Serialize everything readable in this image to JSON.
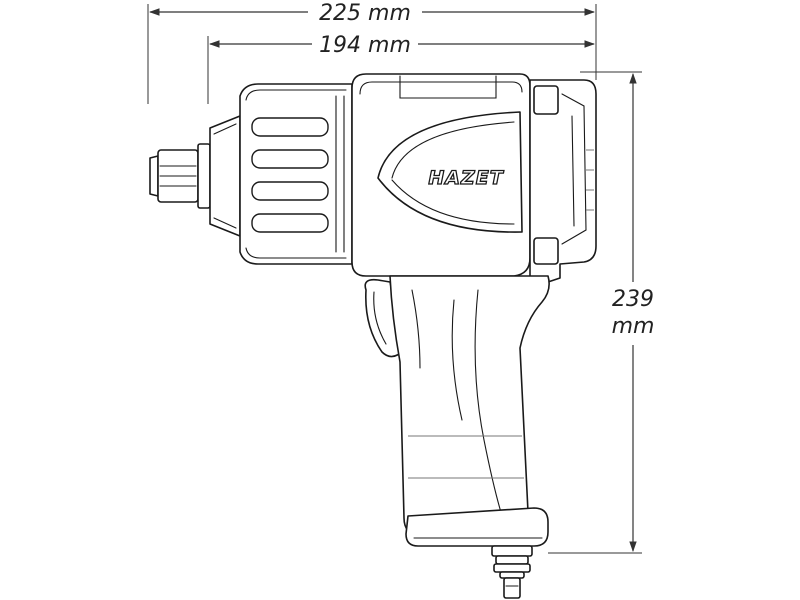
{
  "dimensions": {
    "overall_length": "225 mm",
    "body_length": "194 mm",
    "height_value": "239",
    "height_unit": "mm"
  },
  "brand": {
    "logo_text": "HAZET"
  },
  "colors": {
    "line": "#1a1a1a",
    "background": "#ffffff"
  }
}
